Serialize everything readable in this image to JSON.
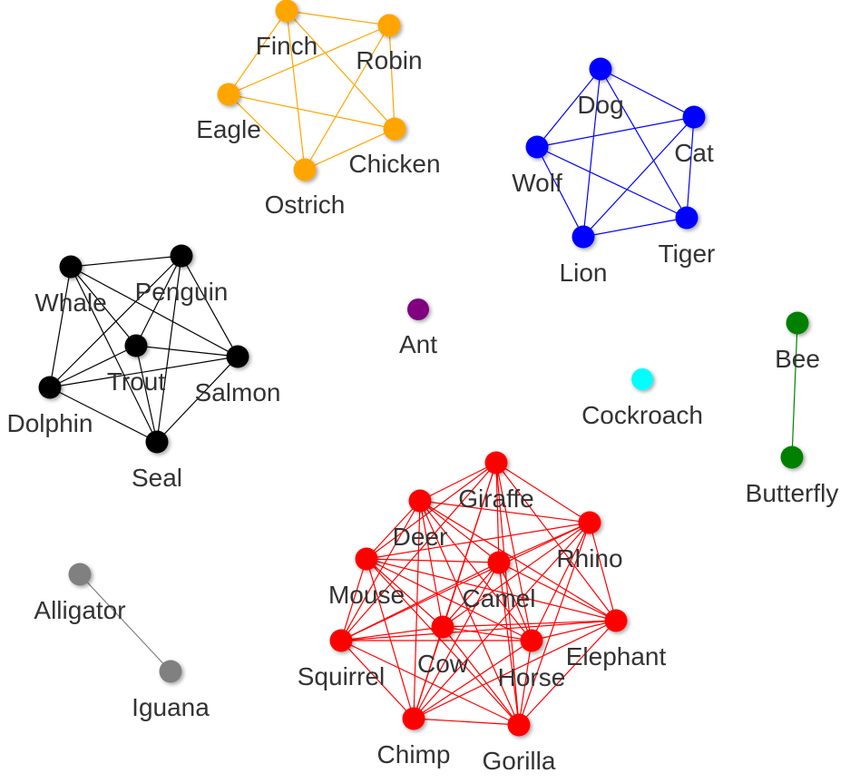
{
  "clusters": [
    {
      "id": "birds",
      "color": "#FFA500",
      "nodes": [
        "Finch",
        "Robin",
        "Eagle",
        "Chicken",
        "Ostrich"
      ],
      "connections": "all"
    },
    {
      "id": "pets",
      "color": "#0000FF",
      "nodes": [
        "Dog",
        "Cat",
        "Wolf",
        "Tiger",
        "Lion"
      ],
      "connections": "all"
    },
    {
      "id": "aquatic",
      "color": "#000000",
      "nodes": [
        "Whale",
        "Penguin",
        "Trout",
        "Salmon",
        "Dolphin",
        "Seal"
      ],
      "connections": "all"
    },
    {
      "id": "ant",
      "color": "#800080",
      "nodes": [
        "Ant"
      ],
      "connections": "all"
    },
    {
      "id": "cockroach",
      "color": "#00FFFF",
      "nodes": [
        "Cockroach"
      ],
      "connections": "all"
    },
    {
      "id": "insects",
      "color": "#008000",
      "nodes": [
        "Bee",
        "Butterfly"
      ],
      "connections": "all"
    },
    {
      "id": "reptiles",
      "color": "#808080",
      "nodes": [
        "Alligator",
        "Iguana"
      ],
      "connections": "all"
    },
    {
      "id": "mammals",
      "color": "#FF0000",
      "nodes": [
        "Giraffe",
        "Deer",
        "Rhino",
        "Mouse",
        "Camel",
        "Elephant",
        "Squirrel",
        "Cow",
        "Horse",
        "Chimp",
        "Gorilla"
      ],
      "connections": "all"
    }
  ]
}
